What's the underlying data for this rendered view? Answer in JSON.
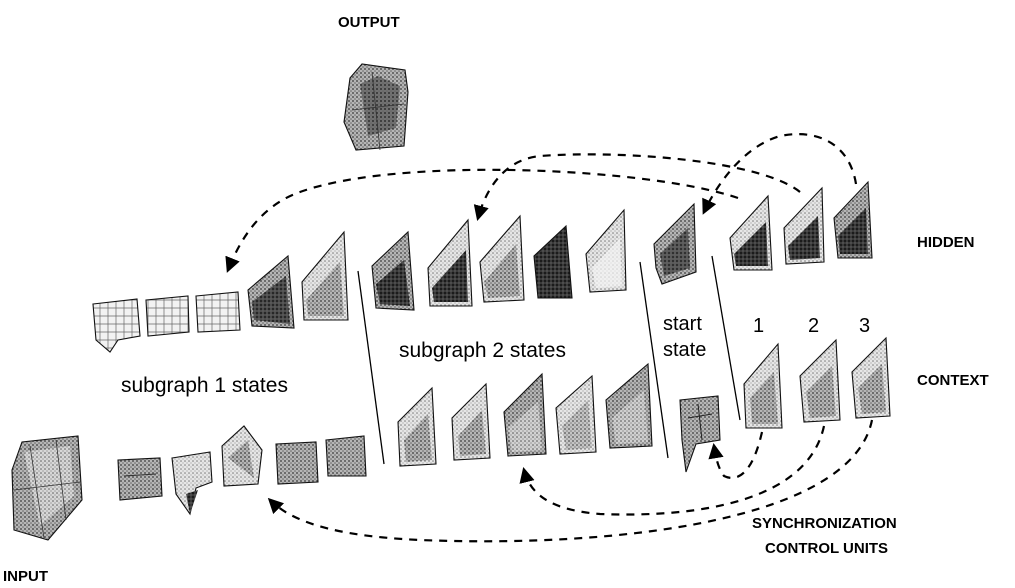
{
  "labels": {
    "output": "OUTPUT",
    "input": "INPUT",
    "hidden": "HIDDEN",
    "context": "CONTEXT",
    "sync_line1": "SYNCHRONIZATION",
    "sync_line2": "CONTROL UNITS",
    "subgraph1": "subgraph 1 states",
    "subgraph2": "subgraph 2 states",
    "start_line1": "start",
    "start_line2": "state",
    "sync_num_1": "1",
    "sync_num_2": "2",
    "sync_num_3": "3"
  },
  "colors": {
    "ink": "#000000",
    "background": "#ffffff",
    "dark_shade": "#222222",
    "mid_shade": "#777777",
    "light_shade": "#c8c8c8"
  }
}
